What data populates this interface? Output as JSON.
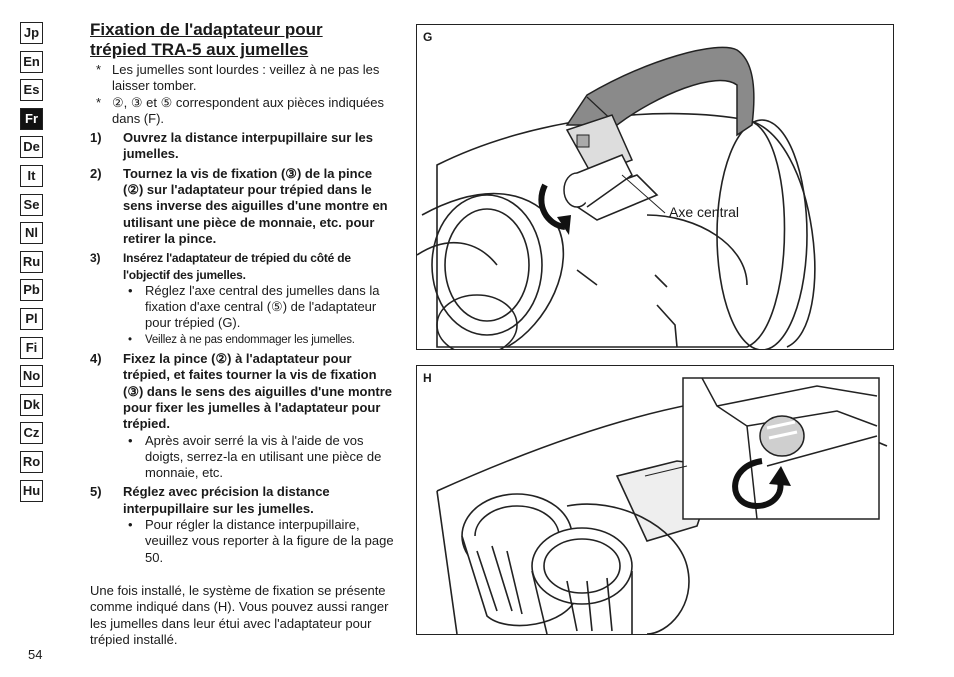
{
  "languages": [
    "Jp",
    "En",
    "Es",
    "Fr",
    "De",
    "It",
    "Se",
    "Nl",
    "Ru",
    "Pb",
    "Pl",
    "Fi",
    "No",
    "Dk",
    "Cz",
    "Ro",
    "Hu"
  ],
  "active_language": "Fr",
  "page_number": "54",
  "title_line1": "Fixation de l'adaptateur pour",
  "title_line2": "trépied TRA-5 aux jumelles",
  "notes": [
    "Les jumelles sont lourdes : veillez à ne pas les laisser tomber.",
    "②, ③ et ⑤ correspondent aux pièces indiquées dans (F)."
  ],
  "steps": [
    {
      "num": "1)",
      "text": "Ouvrez la distance interpupillaire sur les jumelles."
    },
    {
      "num": "2)",
      "text": "Tournez la vis de fixation (③) de la pince (②) sur l'adaptateur pour trépied dans le sens inverse des aiguilles d'une montre en utilisant une pièce de monnaie, etc. pour retirer la pince."
    },
    {
      "num": "3)",
      "text": "Insérez l'adaptateur de trépied du côté de l'objectif des jumelles.",
      "bullets": [
        "Réglez l'axe central des jumelles dans la fixation d'axe central (⑤) de l'adaptateur pour trépied (G).",
        "Veillez à ne pas endommager les jumelles."
      ]
    },
    {
      "num": "4)",
      "text": "Fixez la pince (②) à l'adaptateur pour trépied, et faites tourner la vis de fixation (③) dans le sens des aiguilles d'une montre pour fixer les jumelles à l'adaptateur pour trépied.",
      "bullets": [
        "Après avoir serré la vis à l'aide de vos doigts, serrez-la en utilisant une pièce de monnaie, etc."
      ]
    },
    {
      "num": "5)",
      "text": "Réglez avec précision la distance interpupillaire sur les jumelles.",
      "bullets": [
        "Pour régler la distance interpupillaire, veuillez vous reporter à la figure de la page 50."
      ]
    }
  ],
  "closing": "Une fois installé, le système de fixation se présente comme indiqué dans (H). Vous pouvez aussi ranger les jumelles dans leur étui avec l'adaptateur pour trépied installé.",
  "figures": {
    "g": {
      "label": "G",
      "callout": "Axe central"
    },
    "h": {
      "label": "H"
    }
  }
}
